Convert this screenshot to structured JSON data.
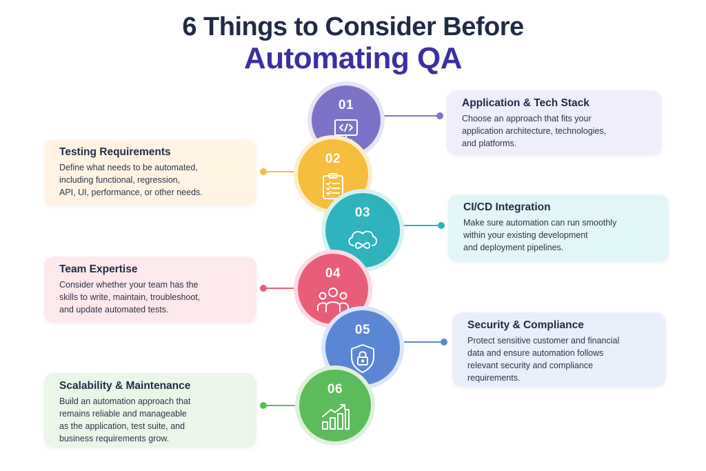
{
  "title": {
    "line1": "6 Things to Consider Before",
    "line2": "Automating QA"
  },
  "colors": {
    "title_dark": "#1f2b44",
    "title_accent": "#3b2fa3",
    "step1": "#7c73c8",
    "step2": "#f7bd3d",
    "step3": "#2fb3bd",
    "step4": "#ea5d78",
    "step5": "#5b86d5",
    "step6": "#5cbb5a"
  },
  "steps": [
    {
      "number": "01",
      "icon": "code-monitor-icon",
      "title": "Application & Tech Stack",
      "lines": [
        "Choose an approach that fits your",
        "application architecture, technologies,",
        "and platforms."
      ]
    },
    {
      "number": "02",
      "icon": "checklist-clipboard-icon",
      "title": "Testing Requirements",
      "lines": [
        "Define what needs to be automated,",
        "including functional, regression,",
        "API, UI, performance, or other needs."
      ]
    },
    {
      "number": "03",
      "icon": "cloud-infinity-icon",
      "title": "CI/CD Integration",
      "lines": [
        "Make sure automation can run smoothly",
        "within your existing development",
        "and deployment pipelines."
      ]
    },
    {
      "number": "04",
      "icon": "team-people-icon",
      "title": "Team Expertise",
      "lines": [
        "Consider whether your team has the",
        "skills to write, maintain, troubleshoot,",
        "and update automated tests."
      ]
    },
    {
      "number": "05",
      "icon": "shield-lock-icon",
      "title": "Security & Compliance",
      "lines": [
        "Protect sensitive customer and financial",
        "data and ensure automation follows",
        "relevant security and compliance",
        "requirements."
      ]
    },
    {
      "number": "06",
      "icon": "growth-chart-icon",
      "title": "Scalability & Maintenance",
      "lines": [
        "Build an automation approach that",
        "remains reliable and manageable",
        "as the application, test suite, and",
        "business requirements grow."
      ]
    }
  ]
}
